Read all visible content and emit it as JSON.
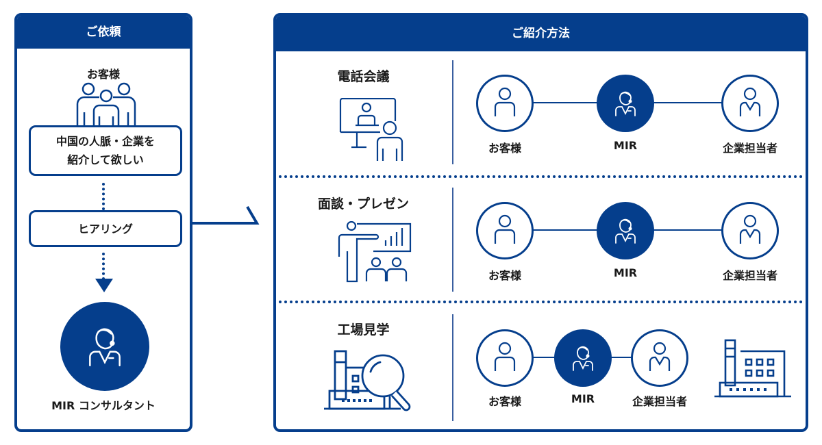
{
  "colors": {
    "brand": "#053e8c",
    "background": "#ffffff",
    "text": "#1a1a1a"
  },
  "request_panel": {
    "title": "ご依頼",
    "customer_label": "お客様",
    "customer_icon": "group-of-people-icon",
    "request_lines": [
      "中国の人脈・企業を",
      "紹介して欲しい"
    ],
    "hearing_label": "ヒアリング",
    "consultant_icon": "consultant-headset-icon",
    "consultant_label": "MIR コンサルタント"
  },
  "connector_icon": "flow-arrow-icon",
  "methods_panel": {
    "title": "ご紹介方法",
    "methods": [
      {
        "title": "電話会議",
        "icon": "video-conference-icon",
        "nodes": [
          {
            "label": "お客様",
            "icon": "customer-person-icon"
          },
          {
            "label": "MIR",
            "icon": "consultant-headset-icon"
          },
          {
            "label": "企業担当者",
            "icon": "company-rep-icon"
          }
        ]
      },
      {
        "title": "面談・プレゼン",
        "icon": "presentation-icon",
        "nodes": [
          {
            "label": "お客様",
            "icon": "customer-person-icon"
          },
          {
            "label": "MIR",
            "icon": "consultant-headset-icon"
          },
          {
            "label": "企業担当者",
            "icon": "company-rep-icon"
          }
        ]
      },
      {
        "title": "工場見学",
        "icon": "factory-inspection-icon",
        "nodes": [
          {
            "label": "お客様",
            "icon": "customer-person-icon"
          },
          {
            "label": "MIR",
            "icon": "consultant-headset-icon"
          },
          {
            "label": "企業担当者",
            "icon": "company-rep-icon"
          }
        ],
        "extra_icon": "factory-icon"
      }
    ]
  }
}
